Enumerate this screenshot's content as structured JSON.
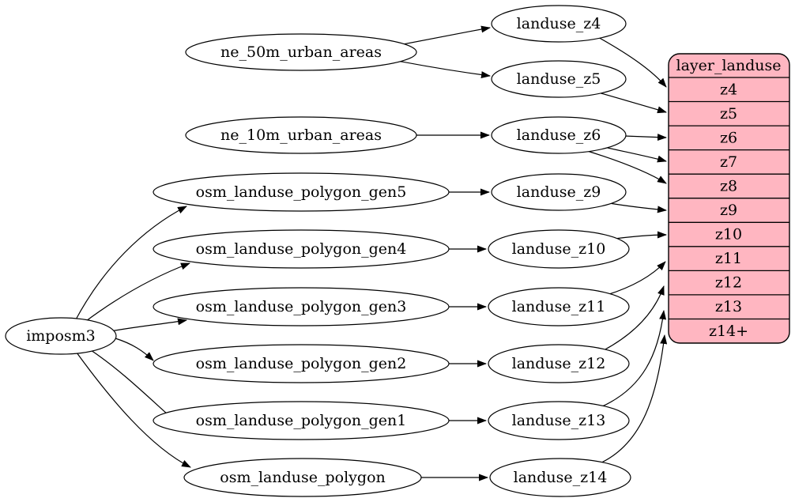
{
  "diagram": {
    "background": "#ffffff",
    "root": {
      "label": "imposm3"
    },
    "sources": [
      {
        "label": "ne_50m_urban_areas"
      },
      {
        "label": "ne_10m_urban_areas"
      },
      {
        "label": "osm_landuse_polygon_gen5"
      },
      {
        "label": "osm_landuse_polygon_gen4"
      },
      {
        "label": "osm_landuse_polygon_gen3"
      },
      {
        "label": "osm_landuse_polygon_gen2"
      },
      {
        "label": "osm_landuse_polygon_gen1"
      },
      {
        "label": "osm_landuse_polygon"
      }
    ],
    "generalized": [
      {
        "label": "landuse_z4"
      },
      {
        "label": "landuse_z5"
      },
      {
        "label": "landuse_z6"
      },
      {
        "label": "landuse_z9"
      },
      {
        "label": "landuse_z10"
      },
      {
        "label": "landuse_z11"
      },
      {
        "label": "landuse_z12"
      },
      {
        "label": "landuse_z13"
      },
      {
        "label": "landuse_z14"
      }
    ],
    "layer_table": {
      "title": "layer_landuse",
      "rows": [
        "z4",
        "z5",
        "z6",
        "z7",
        "z8",
        "z9",
        "z10",
        "z11",
        "z12",
        "z13",
        "z14+"
      ],
      "fill": "#ffb6c1",
      "stroke": "#000000"
    },
    "edges": [
      {
        "from": "ne_50m_urban_areas",
        "to": "landuse_z4"
      },
      {
        "from": "ne_50m_urban_areas",
        "to": "landuse_z5"
      },
      {
        "from": "ne_10m_urban_areas",
        "to": "landuse_z6"
      },
      {
        "from": "imposm3",
        "to": "osm_landuse_polygon_gen5"
      },
      {
        "from": "imposm3",
        "to": "osm_landuse_polygon_gen4"
      },
      {
        "from": "imposm3",
        "to": "osm_landuse_polygon_gen3"
      },
      {
        "from": "imposm3",
        "to": "osm_landuse_polygon_gen2"
      },
      {
        "from": "imposm3",
        "to": "osm_landuse_polygon_gen1"
      },
      {
        "from": "imposm3",
        "to": "osm_landuse_polygon"
      },
      {
        "from": "osm_landuse_polygon_gen5",
        "to": "landuse_z9"
      },
      {
        "from": "osm_landuse_polygon_gen4",
        "to": "landuse_z10"
      },
      {
        "from": "osm_landuse_polygon_gen3",
        "to": "landuse_z11"
      },
      {
        "from": "osm_landuse_polygon_gen2",
        "to": "landuse_z12"
      },
      {
        "from": "osm_landuse_polygon_gen1",
        "to": "landuse_z13"
      },
      {
        "from": "osm_landuse_polygon",
        "to": "landuse_z14"
      },
      {
        "from": "landuse_z4",
        "to": "layer_landuse:z4"
      },
      {
        "from": "landuse_z5",
        "to": "layer_landuse:z5"
      },
      {
        "from": "landuse_z6",
        "to": "layer_landuse:z6"
      },
      {
        "from": "landuse_z6",
        "to": "layer_landuse:z7"
      },
      {
        "from": "landuse_z6",
        "to": "layer_landuse:z8"
      },
      {
        "from": "landuse_z9",
        "to": "layer_landuse:z9"
      },
      {
        "from": "landuse_z10",
        "to": "layer_landuse:z10"
      },
      {
        "from": "landuse_z11",
        "to": "layer_landuse:z11"
      },
      {
        "from": "landuse_z12",
        "to": "layer_landuse:z12"
      },
      {
        "from": "landuse_z13",
        "to": "layer_landuse:z13"
      },
      {
        "from": "landuse_z14",
        "to": "layer_landuse:z14+"
      }
    ]
  }
}
